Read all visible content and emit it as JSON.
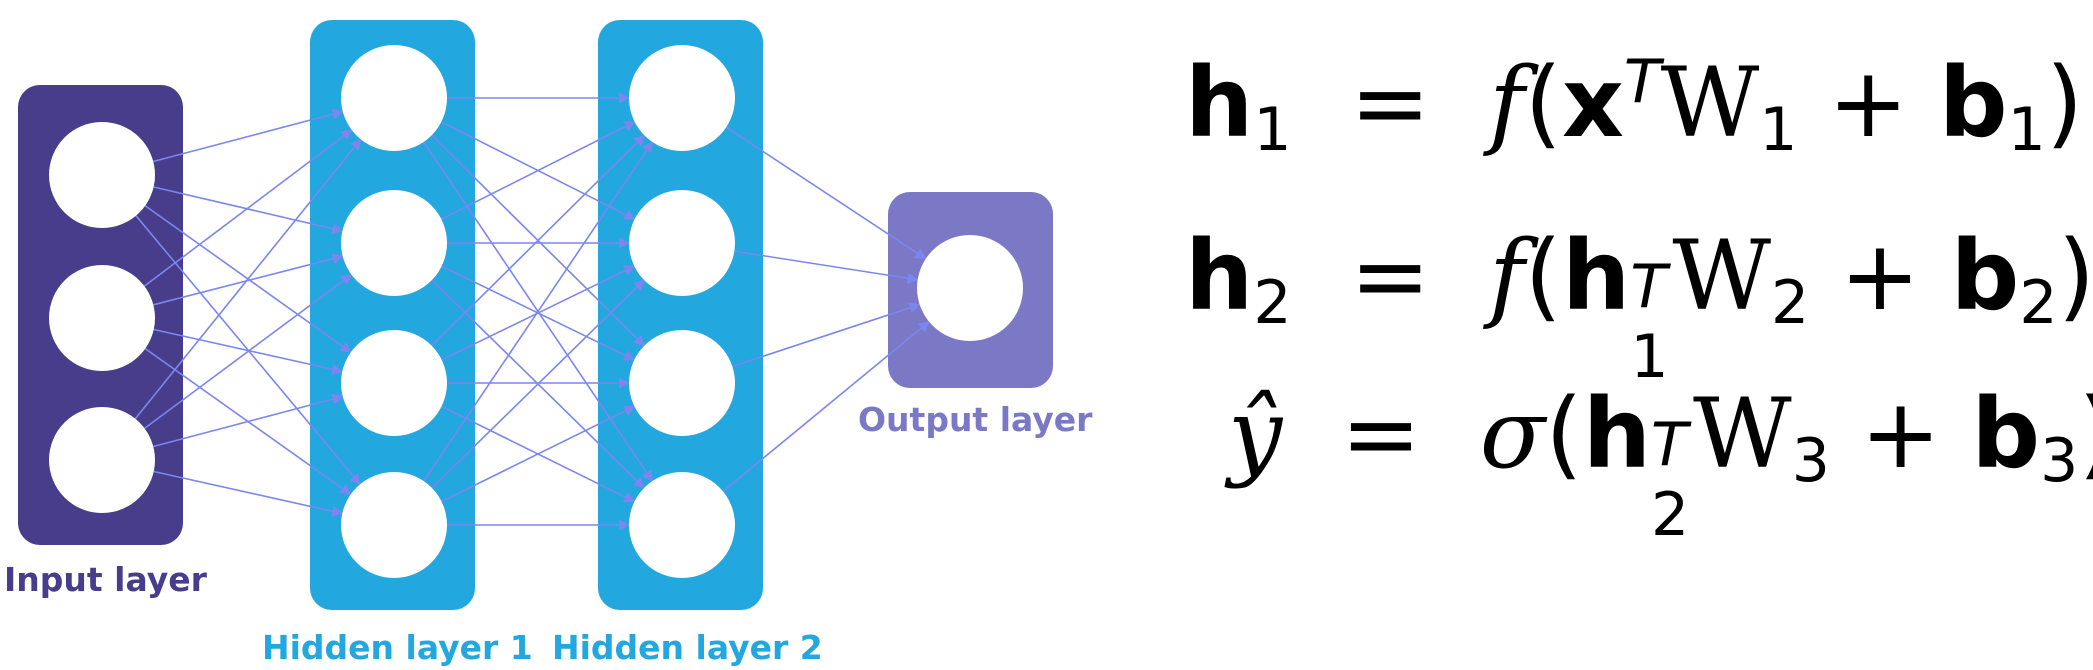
{
  "layers": {
    "input": {
      "label": "Input layer",
      "nodes": 3,
      "color": "#483d8b"
    },
    "hidden1": {
      "label": "Hidden layer 1",
      "nodes": 4,
      "color": "#22a7df"
    },
    "hidden2": {
      "label": "Hidden layer 2",
      "nodes": 4,
      "color": "#22a7df"
    },
    "output": {
      "label": "Output layer",
      "nodes": 1,
      "color": "#7b79c6"
    }
  },
  "edge_color": "#7b86ee",
  "equations": {
    "eq1": {
      "lhs": "h",
      "lhs_sub": "1",
      "func": "f",
      "var": "x",
      "var_sup": "T",
      "weight": "W",
      "weight_sub": "1",
      "bias": "b",
      "bias_sub": "1"
    },
    "eq2": {
      "lhs": "h",
      "lhs_sub": "2",
      "func": "f",
      "var": "h",
      "var_sup": "T",
      "var_sub": "1",
      "weight": "W",
      "weight_sub": "2",
      "bias": "b",
      "bias_sub": "2"
    },
    "eq3": {
      "lhs": "ŷ",
      "func": "σ",
      "var": "h",
      "var_sup": "T",
      "var_sub": "2",
      "weight": "W",
      "weight_sub": "3",
      "bias": "b",
      "bias_sub": "3"
    }
  }
}
